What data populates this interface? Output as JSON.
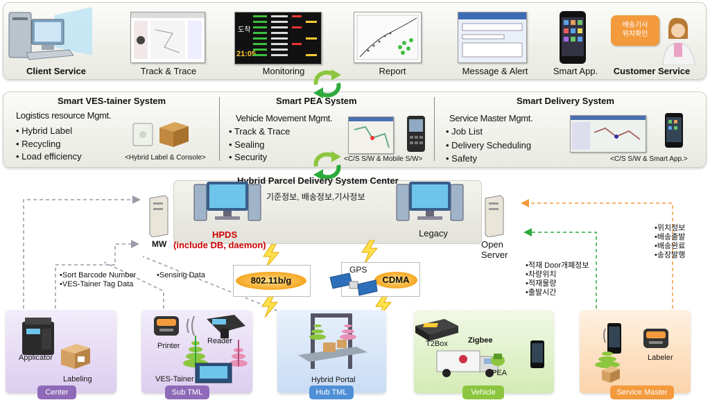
{
  "top_services": [
    {
      "label": "Client Service",
      "bold": true
    },
    {
      "label": "Track & Trace",
      "bold": false
    },
    {
      "label": "Monitoring",
      "bold": false
    },
    {
      "label": "Report",
      "bold": false
    },
    {
      "label": "Message & Alert",
      "bold": false
    },
    {
      "label": "Smart App.",
      "bold": false
    },
    {
      "label": "Customer Service",
      "bold": true
    }
  ],
  "monitoring_screen": {
    "status": "도착",
    "clock": "21:05"
  },
  "customer_bubble": "배송기사\n위치확인",
  "systems": {
    "vestainer": {
      "title": "Smart VES-tainer System",
      "subtitle": "Logistics resource Mgmt.",
      "items": [
        "• Hybrid Label",
        "• Recycling",
        "• Load efficiency"
      ],
      "caption": "<Hybrid Label & Console>"
    },
    "pea": {
      "title": "Smart PEA System",
      "subtitle": "Vehicle Movement Mgmt.",
      "items": [
        "• Track & Trace",
        "• Sealing",
        "• Security"
      ],
      "caption": "<C/S S/W & Mobile S/W>"
    },
    "delivery": {
      "title": "Smart Delivery System",
      "subtitle": "Service Master Mgmt.",
      "items": [
        "• Job List",
        "• Delivery Scheduling",
        "• Safety"
      ],
      "caption": "<C/S S/W & Smart App.>"
    }
  },
  "center": {
    "title": "Hybrid Parcel Delivery System Center",
    "subtitle": "기준정보, 배송정보,기사정보",
    "hpds": "HPDS",
    "hpds_sub": "(include DB, daemon)",
    "mw": "MW",
    "legacy": "Legacy",
    "open_server": "Open\nServer"
  },
  "comm": {
    "wifi": "802.11b/g",
    "gps": "GPS",
    "cdma": "CDMA"
  },
  "annotations": {
    "center_data": [
      "•Sort Barcode Number",
      "•VES-Tainer Tag Data"
    ],
    "sensing": "•Sensing Data",
    "vehicle_info": [
      "•적재 Door개폐정보",
      "•차량위치",
      "•적재물량",
      "•출발시간"
    ],
    "master_info": [
      "•위치정보",
      "•배송출발",
      "•배송완료",
      "•송장발행"
    ]
  },
  "sites": [
    {
      "pill": "Center",
      "color": "#8e6ab8",
      "bg": "#e4d8f2",
      "labels": [
        "Applicator",
        "Labeling"
      ]
    },
    {
      "pill": "Sub TML",
      "color": "#8e6ab8",
      "bg": "#e4d8f2",
      "labels": [
        "Printer",
        "Reader",
        "VES-Tainer"
      ]
    },
    {
      "pill": "Hub TML",
      "color": "#4f8fd6",
      "bg": "#d6e6f8",
      "labels": [
        "Hybrid Portal"
      ]
    },
    {
      "pill": "Vehicle",
      "color": "#8cc63f",
      "bg": "#e6f3d3",
      "labels": [
        "T2Box",
        "Zigbee",
        "PEA"
      ]
    },
    {
      "pill": "Service Master",
      "color": "#f39a3d",
      "bg": "#fde3c8",
      "labels": [
        "Labeler"
      ]
    }
  ],
  "colors": {
    "accent_red": "#cc0000",
    "arrow_green": "#2eaa3c",
    "arrow_orange": "#f39a3d",
    "arrow_gray": "#9a9aa8"
  }
}
